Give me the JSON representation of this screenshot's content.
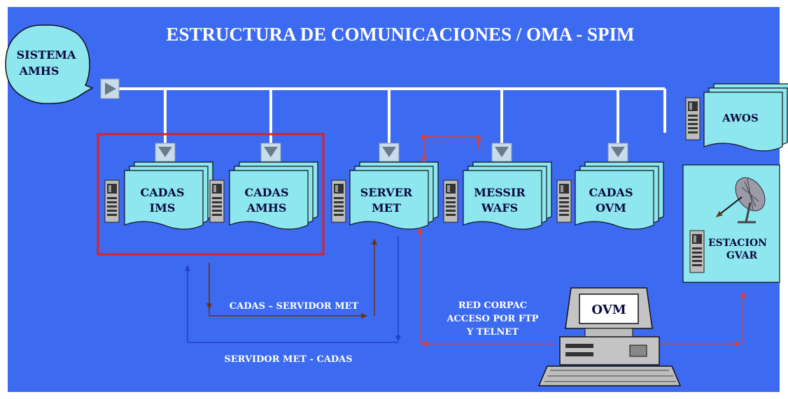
{
  "title": "ESTRUCTURA DE COMUNICACIONES / OMA - SPIM",
  "nodes": {
    "sistema_amhs": [
      "SISTEMA",
      "AMHS"
    ],
    "cadas_ims": [
      "CADAS",
      "IMS"
    ],
    "cadas_amhs": [
      "CADAS",
      "AMHS"
    ],
    "server_met": [
      "SERVER",
      "MET"
    ],
    "messir_wafs": [
      "MESSIR",
      "WAFS"
    ],
    "cadas_ovm": [
      "CADAS",
      "OVM"
    ],
    "awos": [
      "AWOS"
    ],
    "estacion_gvar": [
      "ESTACION",
      "GVAR"
    ],
    "ovm": [
      "OVM"
    ]
  },
  "links": {
    "cadas_servidor": "CADAS – SERVIDOR MET",
    "servidor_cadas": "SERVIDOR MET - CADAS",
    "red_corpac": [
      "RED CORPAC",
      "ACCESO POR FTP",
      "Y TELNET"
    ]
  },
  "colors": {
    "background": "#3c6af0",
    "doc_fill": "#8ee6ee",
    "bus_line": "#ffffff",
    "group_box": "#dd2222",
    "arrow_brown": "#6b3410",
    "arrow_red": "#e83a2a",
    "arrow_blue": "#2040d0"
  }
}
